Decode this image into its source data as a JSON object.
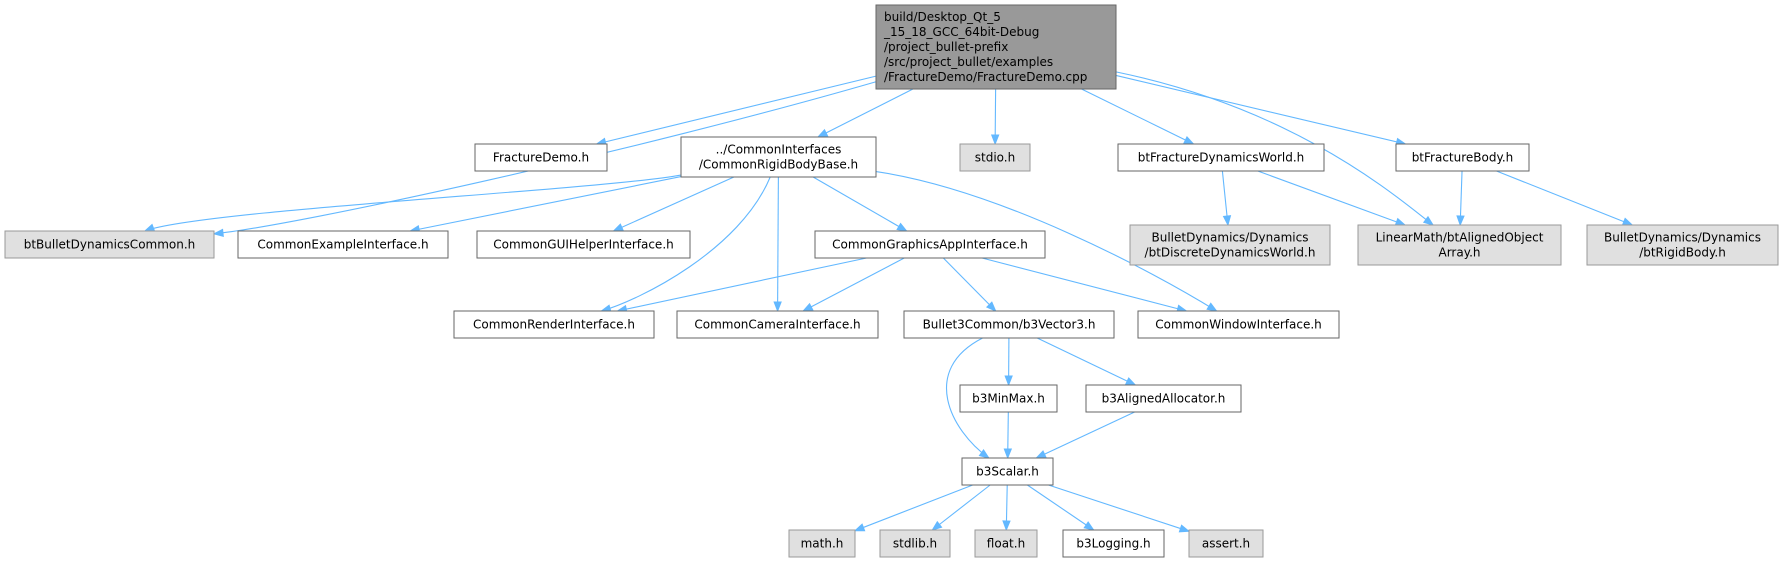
{
  "colors": {
    "root_fill": "#999999",
    "root_stroke": "#666666",
    "documented_fill": "#ffffff",
    "documented_stroke": "#666666",
    "external_fill": "#e0e0e0",
    "external_stroke": "#999999",
    "edge": "#63b8ff"
  },
  "nodes": [
    {
      "id": "root",
      "kind": "root",
      "lines": [
        "build/Desktop_Qt_5",
        "_15_18_GCC_64bit-Debug",
        "/project_bullet-prefix",
        "/src/project_bullet/examples",
        "/FractureDemo/FractureDemo.cpp"
      ]
    },
    {
      "id": "fracturedemo_h",
      "kind": "documented",
      "lines": [
        "FractureDemo.h"
      ]
    },
    {
      "id": "commonrigidbodybase_h",
      "kind": "documented",
      "lines": [
        "../CommonInterfaces",
        "/CommonRigidBodyBase.h"
      ]
    },
    {
      "id": "stdio_h",
      "kind": "external",
      "lines": [
        "stdio.h"
      ]
    },
    {
      "id": "btfracturedynamicsworld_h",
      "kind": "documented",
      "lines": [
        "btFractureDynamicsWorld.h"
      ]
    },
    {
      "id": "btfracturebody_h",
      "kind": "documented",
      "lines": [
        "btFractureBody.h"
      ]
    },
    {
      "id": "btbulletdynamicscommon_h",
      "kind": "external",
      "lines": [
        "btBulletDynamicsCommon.h"
      ]
    },
    {
      "id": "commonexampleinterface_h",
      "kind": "documented",
      "lines": [
        "CommonExampleInterface.h"
      ]
    },
    {
      "id": "commonguihelperinterface_h",
      "kind": "documented",
      "lines": [
        "CommonGUIHelperInterface.h"
      ]
    },
    {
      "id": "commongraphicsappinterface_h",
      "kind": "documented",
      "lines": [
        "CommonGraphicsAppInterface.h"
      ]
    },
    {
      "id": "btdiscretedynamicsworld_h",
      "kind": "external",
      "lines": [
        "BulletDynamics/Dynamics",
        "/btDiscreteDynamicsWorld.h"
      ]
    },
    {
      "id": "btalignedobjectarray_h",
      "kind": "external",
      "lines": [
        "LinearMath/btAlignedObject",
        "Array.h"
      ]
    },
    {
      "id": "btrigidbody_h",
      "kind": "external",
      "lines": [
        "BulletDynamics/Dynamics",
        "/btRigidBody.h"
      ]
    },
    {
      "id": "commonrenderinterface_h",
      "kind": "documented",
      "lines": [
        "CommonRenderInterface.h"
      ]
    },
    {
      "id": "commoncamerainterface_h",
      "kind": "documented",
      "lines": [
        "CommonCameraInterface.h"
      ]
    },
    {
      "id": "b3vector3_h",
      "kind": "documented",
      "lines": [
        "Bullet3Common/b3Vector3.h"
      ]
    },
    {
      "id": "commonwindowinterface_h",
      "kind": "documented",
      "lines": [
        "CommonWindowInterface.h"
      ]
    },
    {
      "id": "b3minmax_h",
      "kind": "documented",
      "lines": [
        "b3MinMax.h"
      ]
    },
    {
      "id": "b3alignedallocator_h",
      "kind": "documented",
      "lines": [
        "b3AlignedAllocator.h"
      ]
    },
    {
      "id": "b3scalar_h",
      "kind": "documented",
      "lines": [
        "b3Scalar.h"
      ]
    },
    {
      "id": "math_h",
      "kind": "external",
      "lines": [
        "math.h"
      ]
    },
    {
      "id": "stdlib_h",
      "kind": "external",
      "lines": [
        "stdlib.h"
      ]
    },
    {
      "id": "float_h",
      "kind": "external",
      "lines": [
        "float.h"
      ]
    },
    {
      "id": "b3logging_h",
      "kind": "documented",
      "lines": [
        "b3Logging.h"
      ]
    },
    {
      "id": "assert_h",
      "kind": "external",
      "lines": [
        "assert.h"
      ]
    }
  ],
  "edges": [
    {
      "from": "root",
      "to": "fracturedemo_h"
    },
    {
      "from": "root",
      "to": "commonrigidbodybase_h"
    },
    {
      "from": "root",
      "to": "stdio_h"
    },
    {
      "from": "root",
      "to": "btfracturedynamicsworld_h"
    },
    {
      "from": "root",
      "to": "btfracturebody_h"
    },
    {
      "from": "root",
      "to": "btbulletdynamicscommon_h"
    },
    {
      "from": "root",
      "to": "btalignedobjectarray_h"
    },
    {
      "from": "commonrigidbodybase_h",
      "to": "btbulletdynamicscommon_h"
    },
    {
      "from": "commonrigidbodybase_h",
      "to": "commonexampleinterface_h"
    },
    {
      "from": "commonrigidbodybase_h",
      "to": "commonguihelperinterface_h"
    },
    {
      "from": "commonrigidbodybase_h",
      "to": "commongraphicsappinterface_h"
    },
    {
      "from": "commonrigidbodybase_h",
      "to": "commonrenderinterface_h"
    },
    {
      "from": "commonrigidbodybase_h",
      "to": "commoncamerainterface_h"
    },
    {
      "from": "commonrigidbodybase_h",
      "to": "commonwindowinterface_h"
    },
    {
      "from": "btfracturedynamicsworld_h",
      "to": "btdiscretedynamicsworld_h"
    },
    {
      "from": "btfracturedynamicsworld_h",
      "to": "btalignedobjectarray_h"
    },
    {
      "from": "btfracturebody_h",
      "to": "btalignedobjectarray_h"
    },
    {
      "from": "btfracturebody_h",
      "to": "btrigidbody_h"
    },
    {
      "from": "commongraphicsappinterface_h",
      "to": "commonrenderinterface_h"
    },
    {
      "from": "commongraphicsappinterface_h",
      "to": "commoncamerainterface_h"
    },
    {
      "from": "commongraphicsappinterface_h",
      "to": "b3vector3_h"
    },
    {
      "from": "commongraphicsappinterface_h",
      "to": "commonwindowinterface_h"
    },
    {
      "from": "b3vector3_h",
      "to": "b3minmax_h"
    },
    {
      "from": "b3vector3_h",
      "to": "b3alignedallocator_h"
    },
    {
      "from": "b3vector3_h",
      "to": "b3scalar_h"
    },
    {
      "from": "b3minmax_h",
      "to": "b3scalar_h"
    },
    {
      "from": "b3alignedallocator_h",
      "to": "b3scalar_h"
    },
    {
      "from": "b3scalar_h",
      "to": "math_h"
    },
    {
      "from": "b3scalar_h",
      "to": "stdlib_h"
    },
    {
      "from": "b3scalar_h",
      "to": "float_h"
    },
    {
      "from": "b3scalar_h",
      "to": "b3logging_h"
    },
    {
      "from": "b3scalar_h",
      "to": "assert_h"
    }
  ]
}
